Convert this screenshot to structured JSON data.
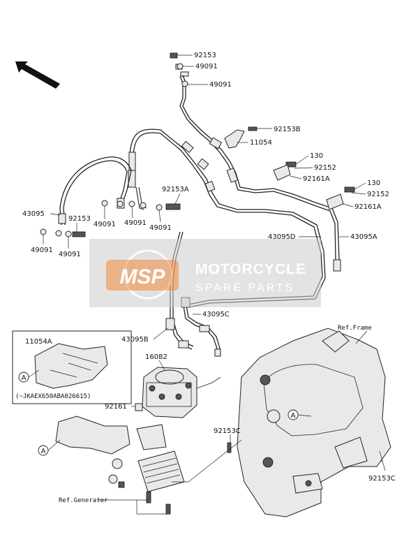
{
  "diagram": {
    "labels": {
      "p92153_top": "92153",
      "p49091_a": "49091",
      "p49091_b": "49091",
      "p92153B": "92153B",
      "p11054": "11054",
      "p130_a": "130",
      "p92152_a": "92152",
      "p92161A_a": "92161A",
      "p130_b": "130",
      "p92152_b": "92152",
      "p92161A_b": "92161A",
      "p92153A": "92153A",
      "p43095": "43095",
      "p92153_left": "92153",
      "p49091_c": "49091",
      "p49091_d": "49091",
      "p49091_e": "49091",
      "p49091_f": "49091",
      "p49091_g": "49091",
      "p43095D": "43095D",
      "p43095A": "43095A",
      "p43095C": "43095C",
      "p43095B": "43095B",
      "p16082": "16082",
      "p11054A": "11054A",
      "serial_note": "(~JKAEX650ABA026615)",
      "p92161": "92161",
      "p92153C_a": "92153C",
      "p92153C_b": "92153C",
      "ref_frame": "Ref.Frame",
      "ref_generator": "Ref.Generator",
      "marker_a": "A"
    },
    "watermark": {
      "logo": "MSP",
      "line1": "MOTORCYCLE",
      "line2": "SPARE PARTS",
      "color": "#f08a3c"
    },
    "icons": [
      "direction-arrow-icon",
      "reference-marker-a-icon"
    ]
  }
}
